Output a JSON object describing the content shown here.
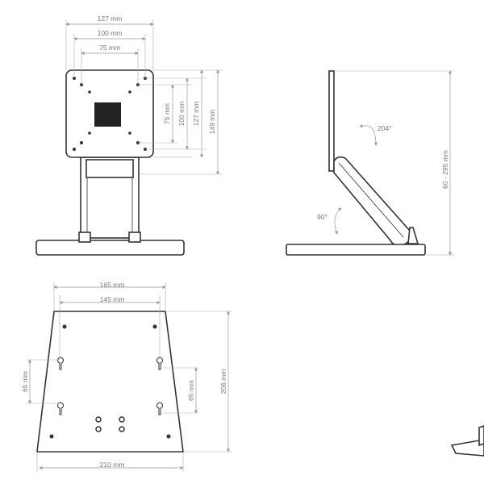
{
  "front_view": {
    "width_outer": "127 mm",
    "width_mid": "100 mm",
    "width_inner": "75 mm",
    "height_inner": "75 mm",
    "height_mid": "100 mm",
    "height_outer": "127 mm",
    "height_total": "149 mm"
  },
  "side_view": {
    "tilt_angle": "204°",
    "base_angle": "90°",
    "height_range": "60 - 295 mm"
  },
  "base_view": {
    "top_width": "165 mm",
    "hole_spacing_width": "145 mm",
    "left_hole_spacing": "65 mm",
    "right_hole_spacing": "65 mm",
    "depth": "206 mm",
    "bottom_width": "210 mm"
  }
}
